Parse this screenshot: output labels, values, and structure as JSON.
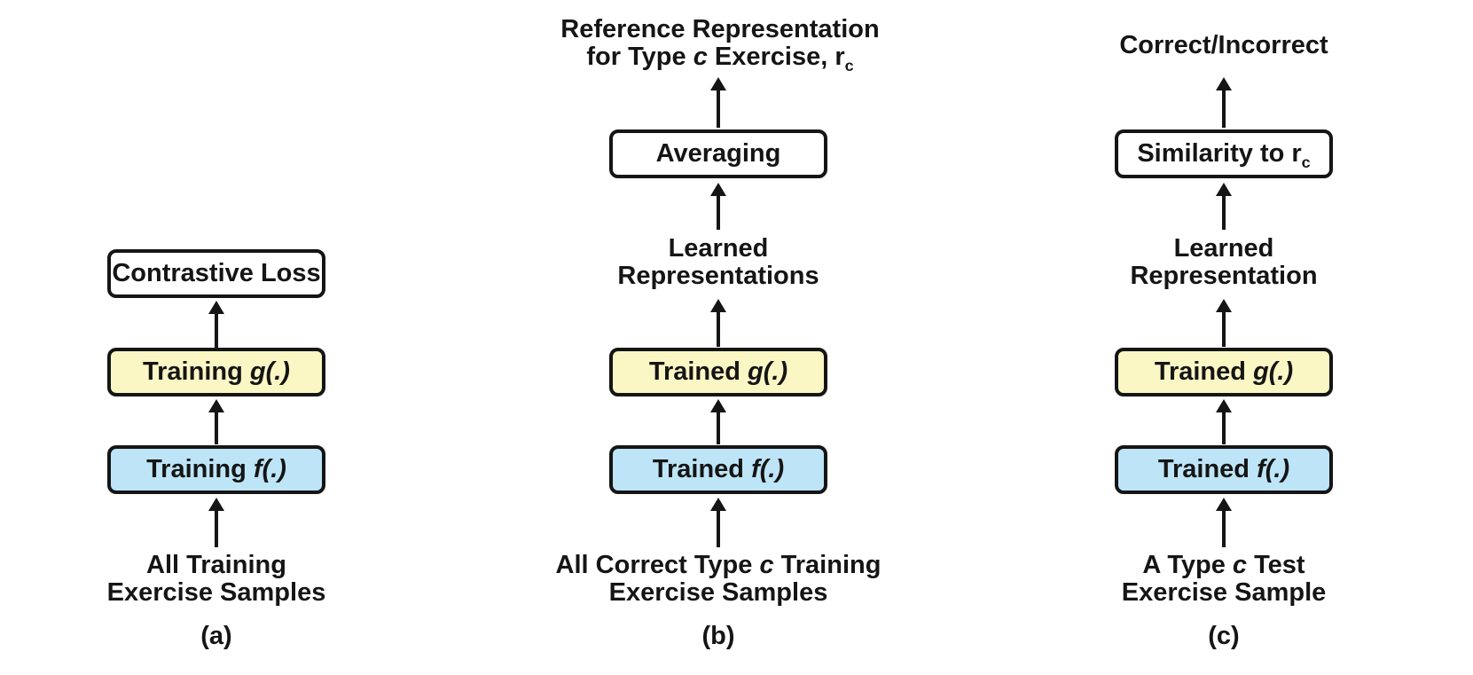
{
  "colors": {
    "box_yellow": "#FBF7C5",
    "box_blue": "#BDE5F7",
    "box_white": "#FFFFFF",
    "stroke": "#151515",
    "background": "#FFFFFF"
  },
  "panels": {
    "a": {
      "caption": "(a)",
      "loss_box": "Contrastive Loss",
      "g_box": {
        "prefix": "Training ",
        "math": "g(.)"
      },
      "f_box": {
        "prefix": "Training ",
        "math": "f(.)"
      },
      "input": {
        "line1": "All Training",
        "line2": "Exercise Samples"
      }
    },
    "b": {
      "caption": "(b)",
      "output": {
        "line1": "Reference Representation",
        "line2_pre": "for Type ",
        "line2_c": "c",
        "line2_mid": " Exercise, ",
        "line2_r": "r",
        "line2_rsub": "c"
      },
      "avg_box": "Averaging",
      "mid": {
        "line1": "Learned",
        "line2": "Representations"
      },
      "g_box": {
        "prefix": "Trained ",
        "math": "g(.)"
      },
      "f_box": {
        "prefix": "Trained ",
        "math": "f(.)"
      },
      "input": {
        "line1_pre": "All Correct Type ",
        "line1_c": "c",
        "line1_post": " Training",
        "line2": "Exercise Samples"
      }
    },
    "c": {
      "caption": "(c)",
      "output": "Correct/Incorrect",
      "sim_box": {
        "pre": "Similarity to ",
        "r": "r",
        "rsub": "c"
      },
      "mid": {
        "line1": "Learned",
        "line2": "Representation"
      },
      "g_box": {
        "prefix": "Trained ",
        "math": "g(.)"
      },
      "f_box": {
        "prefix": "Trained ",
        "math": "f(.)"
      },
      "input": {
        "line1_pre": "A Type ",
        "line1_c": "c",
        "line1_post": " Test",
        "line2": "Exercise Sample"
      }
    }
  }
}
